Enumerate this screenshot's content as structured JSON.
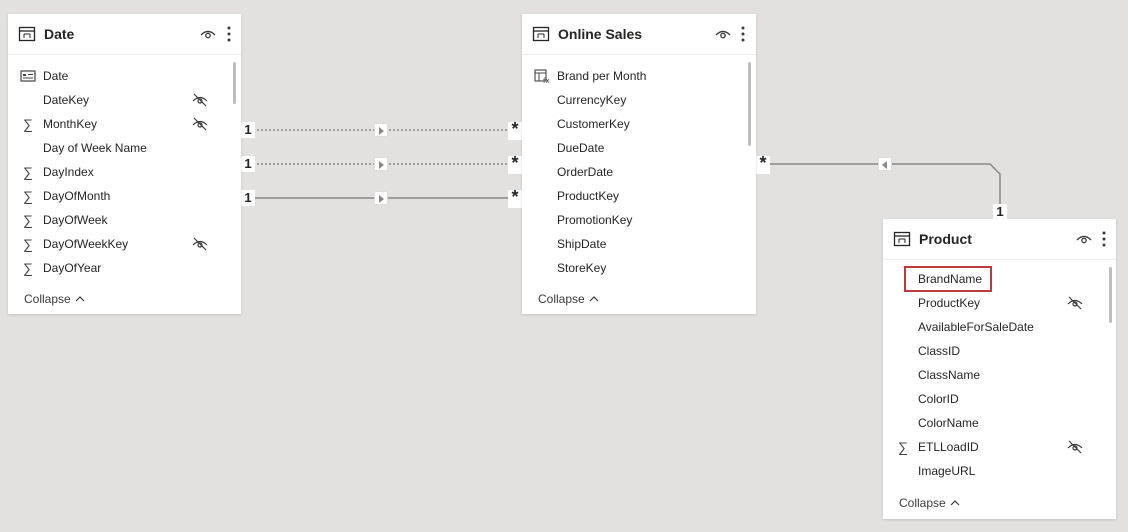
{
  "tables": {
    "date": {
      "title": "Date",
      "fields": [
        {
          "label": "Date",
          "icon": "calendar-field-icon",
          "hidden": false
        },
        {
          "label": "DateKey",
          "icon": "",
          "hidden": true
        },
        {
          "label": "MonthKey",
          "icon": "sigma-icon",
          "hidden": true
        },
        {
          "label": "Day of Week Name",
          "icon": "",
          "hidden": false
        },
        {
          "label": "DayIndex",
          "icon": "sigma-icon",
          "hidden": false
        },
        {
          "label": "DayOfMonth",
          "icon": "sigma-icon",
          "hidden": false
        },
        {
          "label": "DayOfWeek",
          "icon": "sigma-icon",
          "hidden": false
        },
        {
          "label": "DayOfWeekKey",
          "icon": "sigma-icon",
          "hidden": true
        },
        {
          "label": "DayOfYear",
          "icon": "sigma-icon",
          "hidden": false
        }
      ],
      "collapse_label": "Collapse"
    },
    "online_sales": {
      "title": "Online Sales",
      "fields": [
        {
          "label": "Brand per Month",
          "icon": "calculated-table-icon",
          "hidden": false
        },
        {
          "label": "CurrencyKey",
          "icon": "",
          "hidden": false
        },
        {
          "label": "CustomerKey",
          "icon": "",
          "hidden": false
        },
        {
          "label": "DueDate",
          "icon": "",
          "hidden": false
        },
        {
          "label": "OrderDate",
          "icon": "",
          "hidden": false
        },
        {
          "label": "ProductKey",
          "icon": "",
          "hidden": false
        },
        {
          "label": "PromotionKey",
          "icon": "",
          "hidden": false
        },
        {
          "label": "ShipDate",
          "icon": "",
          "hidden": false
        },
        {
          "label": "StoreKey",
          "icon": "",
          "hidden": false
        }
      ],
      "collapse_label": "Collapse"
    },
    "product": {
      "title": "Product",
      "fields": [
        {
          "label": "BrandName",
          "icon": "",
          "hidden": false,
          "selected": true
        },
        {
          "label": "ProductKey",
          "icon": "",
          "hidden": true
        },
        {
          "label": "AvailableForSaleDate",
          "icon": "",
          "hidden": false
        },
        {
          "label": "ClassID",
          "icon": "",
          "hidden": false
        },
        {
          "label": "ClassName",
          "icon": "",
          "hidden": false
        },
        {
          "label": "ColorID",
          "icon": "",
          "hidden": false
        },
        {
          "label": "ColorName",
          "icon": "",
          "hidden": false
        },
        {
          "label": "ETLLoadID",
          "icon": "sigma-icon",
          "hidden": true
        },
        {
          "label": "ImageURL",
          "icon": "",
          "hidden": false
        }
      ],
      "collapse_label": "Collapse"
    }
  },
  "relationships": [
    {
      "from": "Date",
      "to": "Online Sales",
      "from_cardinality": "1",
      "to_cardinality": "*",
      "active": false
    },
    {
      "from": "Date",
      "to": "Online Sales",
      "from_cardinality": "1",
      "to_cardinality": "*",
      "active": false
    },
    {
      "from": "Date",
      "to": "Online Sales",
      "from_cardinality": "1",
      "to_cardinality": "*",
      "active": true
    },
    {
      "from": "Product",
      "to": "Online Sales",
      "from_cardinality": "1",
      "to_cardinality": "*",
      "active": true
    }
  ],
  "colors": {
    "canvas": "#e2e1e0",
    "card": "#ffffff",
    "selection_outline": "#c0393b",
    "line": "#8a8886"
  }
}
